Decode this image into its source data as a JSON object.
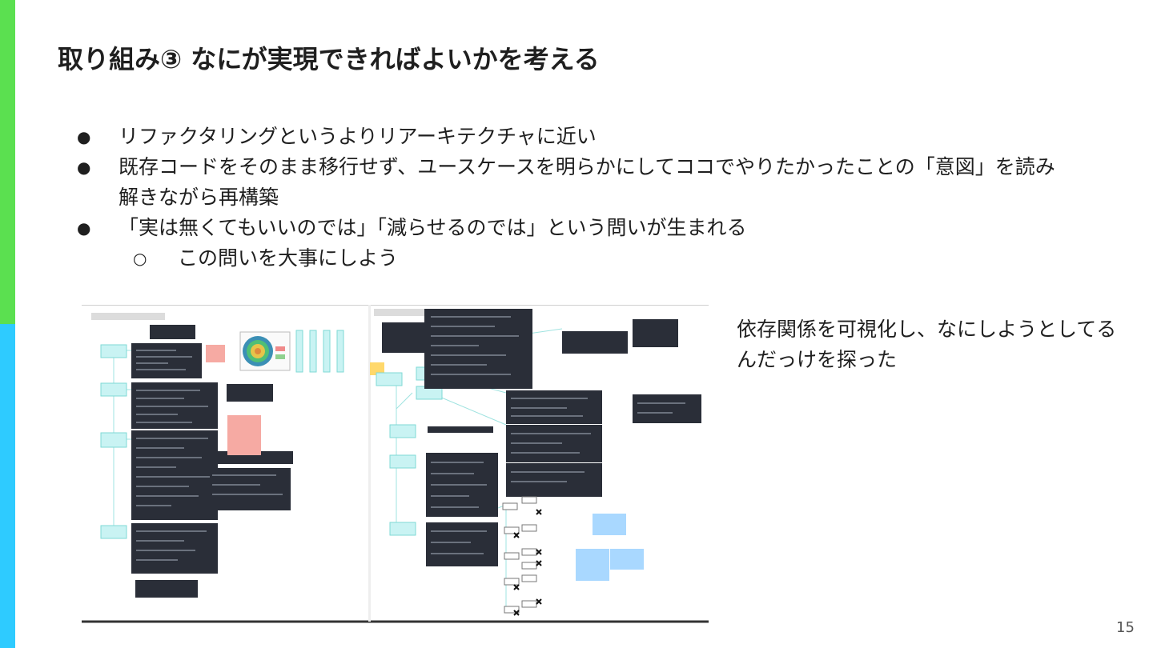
{
  "slide": {
    "title": "取り組み③ なにが実現できればよいかを考える",
    "page_number": "15"
  },
  "bullets": [
    {
      "text": "リファクタリングというよりリアーキテクチャに近い"
    },
    {
      "text": "既存コードをそのまま移行せず、ユースケースを明らかにしてココでやりたかったことの「意図」を読み解きながら再構築"
    },
    {
      "text": "「実は無くてもいいのでは」「減らせるのでは」という問いが生まれる"
    }
  ],
  "sub_bullets": [
    {
      "text": "この問いを大事にしよう"
    }
  ],
  "caption": "依存関係を可視化し、なにしようとしてるんだっけを探った",
  "colors": {
    "accent_green": "#5be050",
    "accent_blue": "#2ecbff",
    "code_block": "#2a2e38",
    "node": "#c9f3f3",
    "note_pink": "#f6aaa3",
    "note_blue": "#a9d8ff",
    "note_yellow": "#ffd86b"
  }
}
